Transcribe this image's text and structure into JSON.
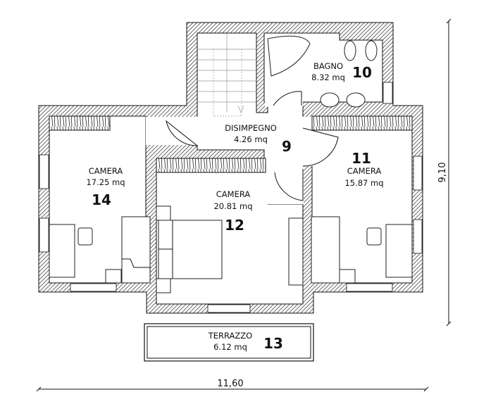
{
  "rooms": [
    {
      "id": "10",
      "name": "BAGNO",
      "area": "8.32 mq"
    },
    {
      "id": "9",
      "name": "DISIMPEGNO",
      "area": "4.26 mq"
    },
    {
      "id": "14",
      "name": "CAMERA",
      "area": "17.25 mq"
    },
    {
      "id": "12",
      "name": "CAMERA",
      "area": "20.81 mq"
    },
    {
      "id": "11",
      "name": "CAMERA",
      "area": "15.87 mq"
    },
    {
      "id": "13",
      "name": "TERRAZZO",
      "area": "6.12 mq"
    }
  ],
  "dimensions": {
    "width": "11,60",
    "height": "9,10"
  },
  "colors": {
    "wall_hatch": "#555555",
    "line": "#111111"
  }
}
